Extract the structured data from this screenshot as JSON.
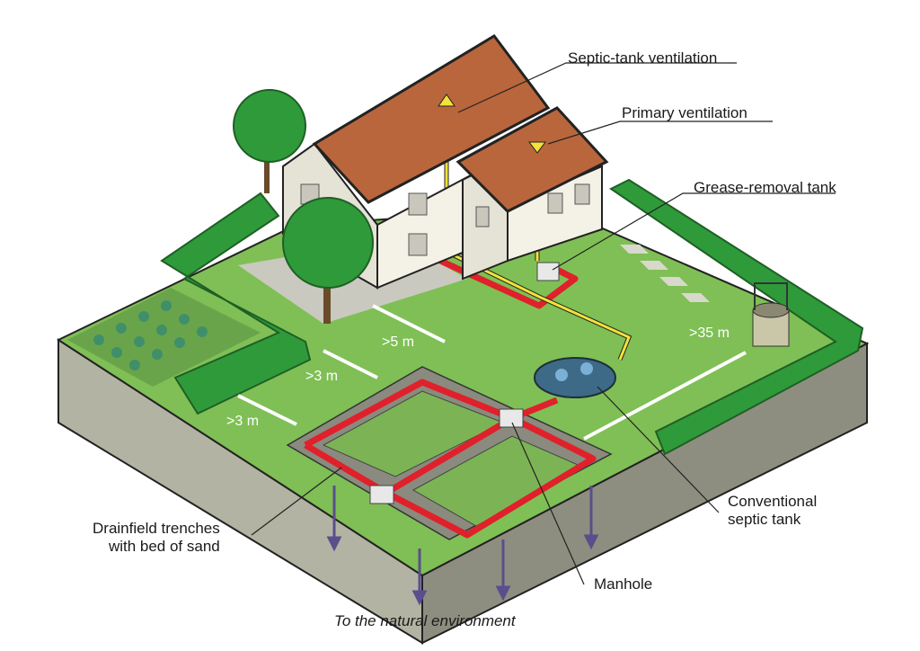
{
  "labels": {
    "septic_tank_ventilation": "Septic-tank ventilation",
    "primary_ventilation": "Primary ventilation",
    "grease_removal_tank": "Grease-removal tank",
    "conventional_septic_tank_line1": "Conventional",
    "conventional_septic_tank_line2": "septic tank",
    "manhole": "Manhole",
    "drainfield_line1": "Drainfield trenches",
    "drainfield_line2": "with bed of sand",
    "natural_environment": "To the natural environment"
  },
  "distances": {
    "well": ">35 m",
    "house": ">5 m",
    "tree": ">3 m",
    "boundary": ">3 m"
  },
  "colors": {
    "grass": "#7fbf55",
    "hedge": "#2f9a3a",
    "roof": "#b9663d",
    "pipe": "#e0202a",
    "vent": "#f2e23a",
    "tank": "#3d6a86",
    "soil": "#a8a898",
    "arrow": "#5a4f8c"
  }
}
